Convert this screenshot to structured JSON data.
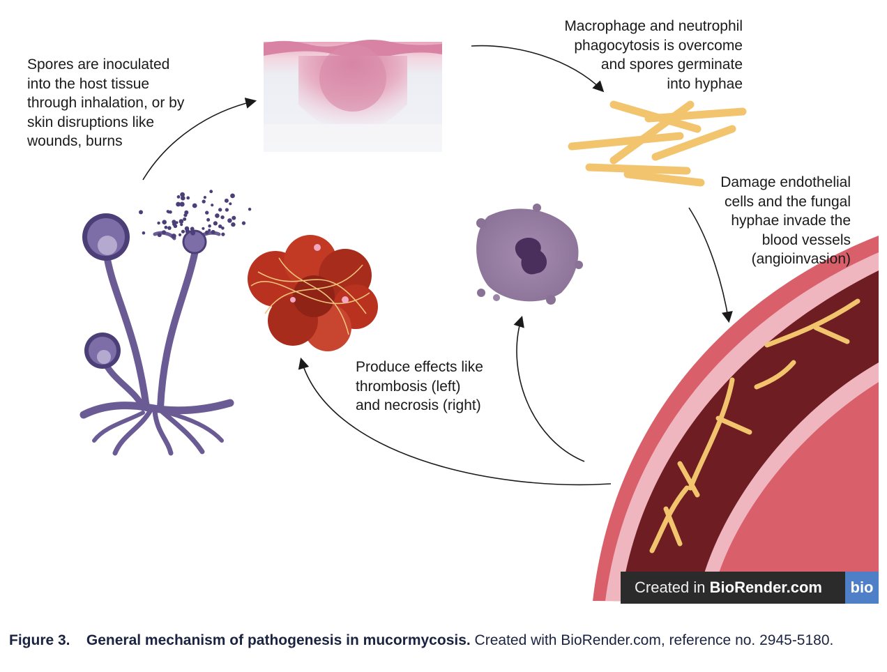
{
  "steps": [
    {
      "id": "inoculation",
      "text": "Spores are inoculated\ninto the host tissue\nthrough inhalation, or by\nskin disruptions like\nwounds, burns"
    },
    {
      "id": "germination",
      "text": "Macrophage and neutrophil\nphagocytosis is overcome\nand spores germinate\ninto hyphae"
    },
    {
      "id": "angioinvasion",
      "text": "Damage endothelial\ncells and the fungal\nhyphae invade the\nblood vessels\n(angioinvasion)"
    },
    {
      "id": "effects",
      "text": "Produce effects like\nthrombosis (left)\nand necrosis (right)"
    }
  ],
  "watermark": {
    "prefix": "Created in ",
    "brand": "BioRender.com",
    "badge": "bio"
  },
  "caption": {
    "label": "Figure 3.",
    "title": "General mechanism of pathogenesis in mucormycosis.",
    "text": " Created with BioRender.com, reference no. 2945-5180."
  },
  "colors": {
    "fungus": "#6b5b95",
    "hyphae": "#f2c46d",
    "vessel_wall": "#d9606a",
    "vessel_lumen": "#6e1e22",
    "clot": "#b8321f",
    "necrosis": "#8c7399",
    "skin": "#d98aa8"
  }
}
